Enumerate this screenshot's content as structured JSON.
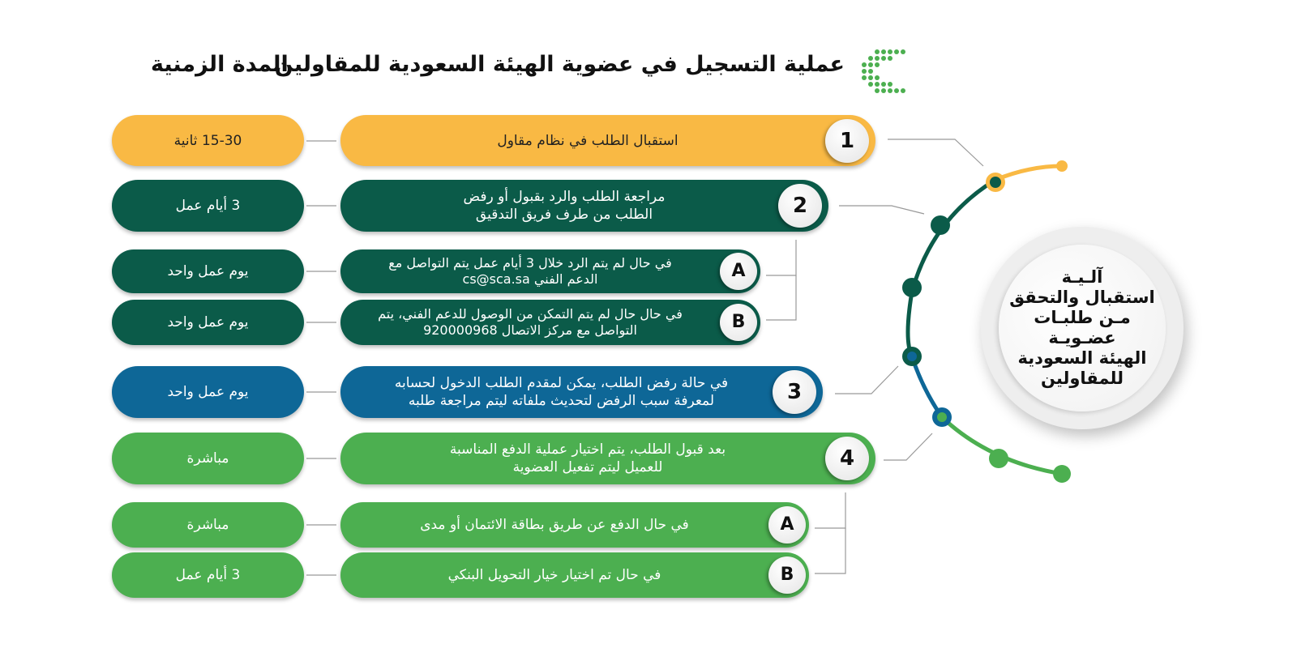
{
  "header": {
    "title": "عملية التسجيل في عضوية الهيئة السعودية للمقاولين",
    "duration_heading": "المدة الزمنية"
  },
  "hub": {
    "line1": "آلـيـة",
    "line2": "استقبال والتحقق",
    "line3": "مـن طلبـات عضـويـة",
    "line4": "الهيئة السعودية",
    "line5": "للمقاولين"
  },
  "colors": {
    "yellow": "#F9B944",
    "dark_green": "#0B5B49",
    "blue": "#0E6797",
    "green": "#4CAF50"
  },
  "steps": [
    {
      "badge": "1",
      "text": "استقبال الطلب في نظام مقاول",
      "duration": "15-30 ثانية"
    },
    {
      "badge": "2",
      "text": "مراجعة الطلب والرد بقبول أو رفض الطلب من طرف فريق التدقيق",
      "duration": "3 أيام عمل"
    },
    {
      "badge": "A",
      "text": "في حال لم يتم الرد خلال 3 أيام عمل يتم التواصل مع الدعم الفني cs@sca.sa",
      "duration": "يوم عمل واحد"
    },
    {
      "badge": "B",
      "text": "في حال حال لم يتم التمكن من الوصول للدعم الفني، يتم التواصل مع مركز الاتصال 920000968",
      "duration": "يوم عمل واحد"
    },
    {
      "badge": "3",
      "text": "في حالة رفض الطلب، يمكن لمقدم الطلب الدخول لحسابه لمعرفة سبب الرفض لتحديث ملفاته ليتم مراجعة طلبه",
      "duration": "يوم عمل واحد"
    },
    {
      "badge": "4",
      "text": "بعد قبول الطلب، يتم اختيار عملية الدفع المناسبة للعميل ليتم تفعيل العضوية",
      "duration": "مباشرة"
    },
    {
      "badge": "A",
      "text": "في حال الدفع عن طريق بطاقة الائتمان أو مدى",
      "duration": "مباشرة"
    },
    {
      "badge": "B",
      "text": "في حال تم اختيار خيار التحويل البنكي",
      "duration": "3 أيام عمل"
    }
  ]
}
